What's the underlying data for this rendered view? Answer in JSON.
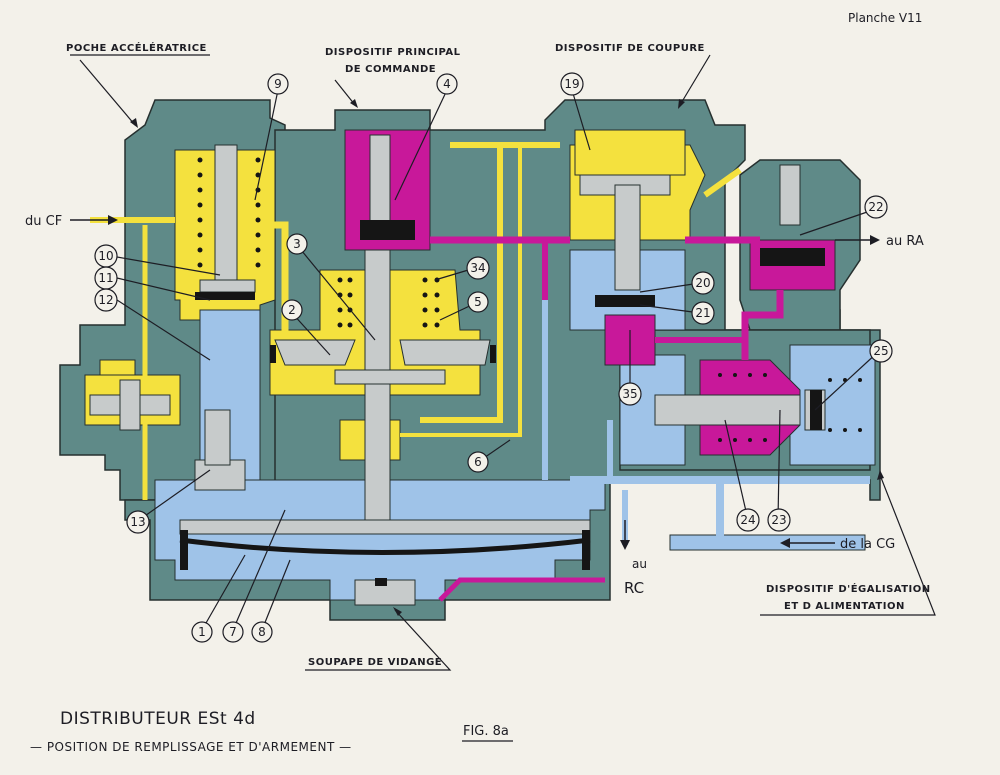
{
  "plate_label": "Planche V11",
  "section_labels": {
    "poche_acceleratrice": "POCHE ACCÉLÉRATRICE",
    "dispositif_principal": "DISPOSITIF PRINCIPAL",
    "de_commande": "DE COMMANDE",
    "dispositif_coupure": "DISPOSITIF DE COUPURE",
    "dispositif_egalisation": "DISPOSITIF D'ÉGALISATION",
    "et_alimentation": "ET D ALIMENTATION",
    "soupape_vidange": "SOUPAPE DE VIDANGE"
  },
  "flow_labels": {
    "du_cf": "du CF",
    "au_ra": "au RA",
    "de_la_cg": "de la CG",
    "au": "au",
    "rc": "RC"
  },
  "part_numbers": [
    "9",
    "4",
    "19",
    "22",
    "10",
    "11",
    "12",
    "3",
    "34",
    "2",
    "5",
    "20",
    "21",
    "25",
    "35",
    "6",
    "13",
    "24",
    "23",
    "1",
    "7",
    "8"
  ],
  "title": "DISTRIBUTEUR ESt 4d",
  "subtitle": "— POSITION DE REMPLISSAGE ET D'ARMEMENT —",
  "figure_label": "FIG. 8a",
  "colors": {
    "gray_body": "#5f8a88",
    "air_blue": "#9fc3e8",
    "yellow": "#f4e13e",
    "magenta": "#c8189a",
    "light_gray": "#c7cbcb",
    "paper": "#f3f1ea"
  }
}
